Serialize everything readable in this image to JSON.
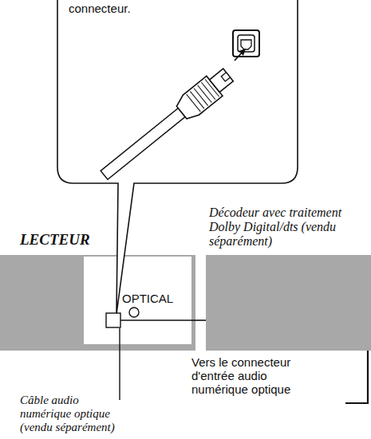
{
  "diagram": {
    "nodes": [
      {
        "text": [
          "LECTEUR"
        ]
      },
      {
        "text": [
          "OPTICAL"
        ],
        "in": 0
      },
      {
        "text": [
          "Décodeur avec traitement Dolby Digital/dts (vendu séparément)"
        ]
      }
    ],
    "edges": [
      {
        "from": 1,
        "to": 2,
        "arrow": "none"
      }
    ],
    "labels": [
      "connecteur.",
      "Vers le connecteur d'entrée audio numérique optique",
      "Câble audio numérique optique (vendu séparément)"
    ]
  }
}
